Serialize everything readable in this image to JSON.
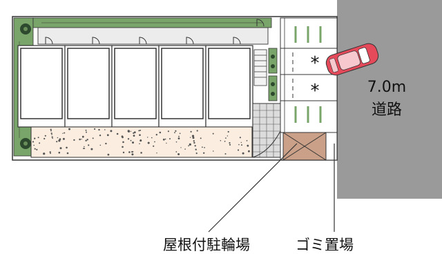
{
  "road": {
    "width_label": "7.0m",
    "name_label": "道路",
    "color": "#9a9a9a"
  },
  "parking": {
    "space_marks": [
      "*",
      "*"
    ]
  },
  "annotations": {
    "bicycle_parking": "屋根付駐輪場",
    "garbage_area": "ゴミ置場"
  },
  "building": {
    "unit_count": 5
  },
  "colors": {
    "greenery": "#7aa56a",
    "gravel": "#fbeee0",
    "garbage_fill": "#caa088",
    "car": "#e44a5a",
    "building_outline": "#333333"
  },
  "icons": {
    "car": "car-icon",
    "tree": "tree-icon"
  }
}
